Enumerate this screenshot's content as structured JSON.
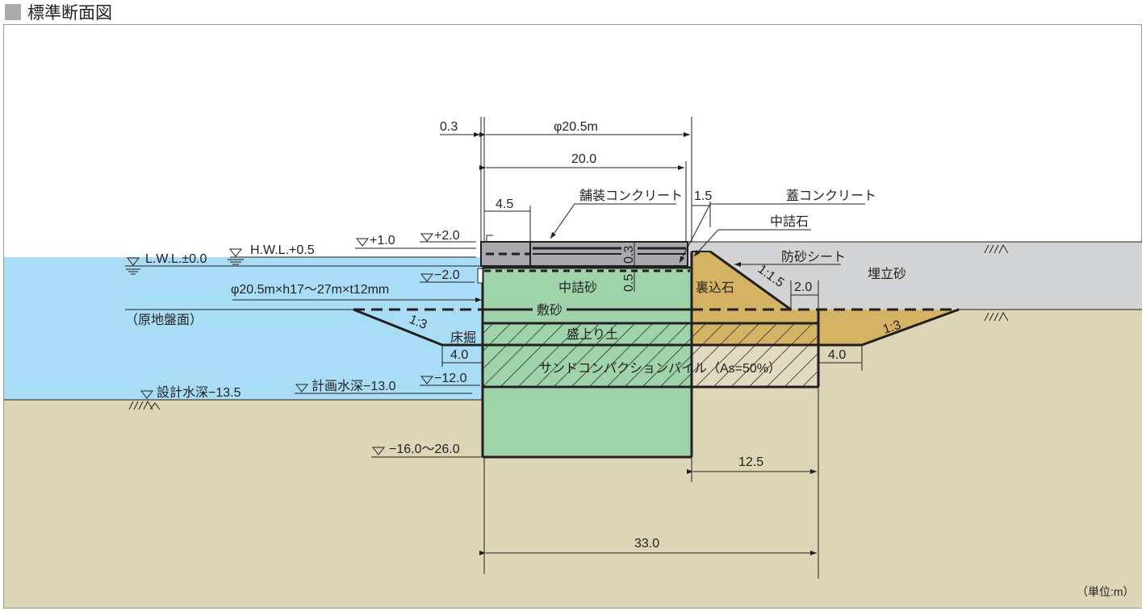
{
  "title": "標準断面図",
  "unit": "（単位:m）",
  "colors": {
    "water": "#a9ddf5",
    "ground": "#dcd6b6",
    "reclaim": "#d2d3d5",
    "cell": "#9fd4ab",
    "stone": "#d5b364",
    "cap": "#a7a9ac"
  },
  "dimensions": {
    "d_03_top": "0.3",
    "d_diameter": "φ20.5m",
    "d_20": "20.0",
    "d_45": "4.5",
    "d_15": "1.5",
    "d_20_right": "2.0",
    "d_40_left": "4.0",
    "d_40_right": "4.0",
    "d_125": "12.5",
    "d_330": "33.0",
    "d_03_cap": "0.3",
    "d_05_cap": "0.5"
  },
  "levels": {
    "p10": "+1.0",
    "p20": "+2.0",
    "m20": "−2.0",
    "lwl": "L.W.L.±0.0",
    "hwl": "H.W.L.+0.5",
    "m120": "−12.0",
    "plan_depth": "計画水深−13.0",
    "design_depth": "設計水深−13.5",
    "bottom": "−16.0〜26.0",
    "original_ground": "（原地盤面）"
  },
  "labels": {
    "paving": "舗装コンクリート",
    "lid": "蓋コンクリート",
    "fill_stone": "中詰石",
    "sand_sheet": "防砂シート",
    "reclaim_sand": "埋立砂",
    "backfill_stone": "裏込石",
    "fill_sand": "中詰砂",
    "base_sand": "敷砂",
    "mound": "盛上り土",
    "excavation": "床掘",
    "scp": "サンドコンパクションパイル（As=50%）",
    "cell_spec": "φ20.5m×h17〜27m×t12mm",
    "slope_15": "1:1.5",
    "slope_3_left": "1:3",
    "slope_3_right": "1:3"
  }
}
